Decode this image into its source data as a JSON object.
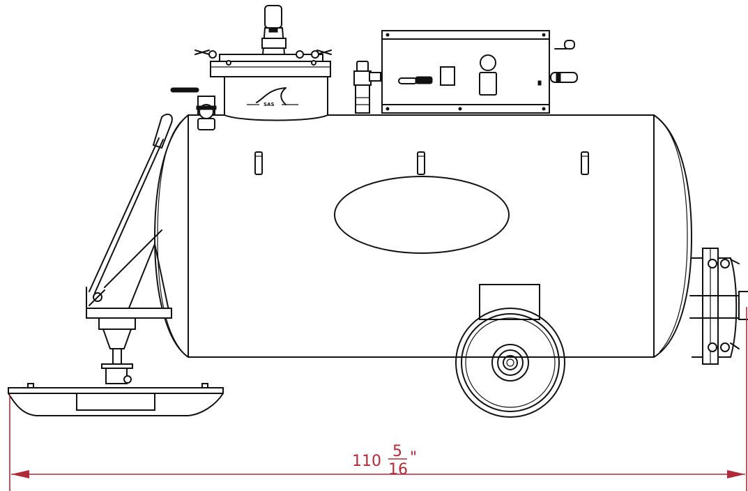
{
  "dimension": {
    "whole": "110",
    "numerator": "5",
    "denominator": "16",
    "unit": "\""
  },
  "tank_logo": "SAS",
  "colors": {
    "line": "#111111",
    "dimension": "#b02b3a",
    "background": "#ffffff"
  }
}
